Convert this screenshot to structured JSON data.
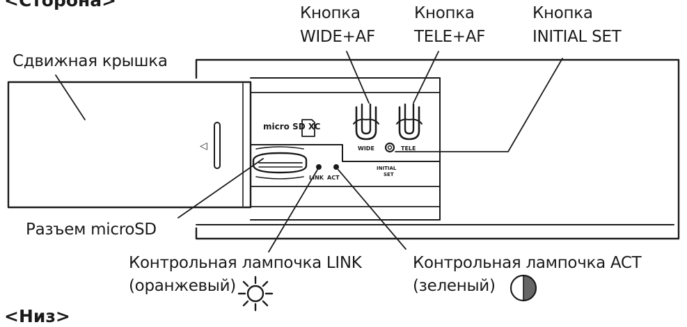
{
  "headers": {
    "top": "<Сторона>",
    "bottom": "<Низ>"
  },
  "callouts": {
    "wide_af": [
      "Кнопка",
      "WIDE+AF"
    ],
    "tele_af": [
      "Кнопка",
      "TELE+AF"
    ],
    "initial_set": [
      "Кнопка",
      "INITIAL SET"
    ],
    "slide_cover": "Сдвижная крышка",
    "microsd": "Разъем microSD",
    "link_lamp": [
      "Контрольная лампочка LINK",
      "(оранжевый)"
    ],
    "act_lamp": [
      "Контрольная лампочка ACT",
      "(зеленый)"
    ]
  },
  "device_markings": {
    "microsd_logo": "micro SD XC",
    "wide": "WIDE",
    "tele": "TELE",
    "initial_set": [
      "INITIAL",
      "SET"
    ],
    "link": "LINK",
    "act": "ACT",
    "eject_arrow": "◁"
  },
  "icons": {
    "link_lamp_icon": "sun-icon",
    "act_lamp_icon": "half-circle-icon",
    "sd_card_icon": "sd-card-icon"
  },
  "colors": {
    "line": "#1a1a1a",
    "act_fill": "#666666"
  }
}
